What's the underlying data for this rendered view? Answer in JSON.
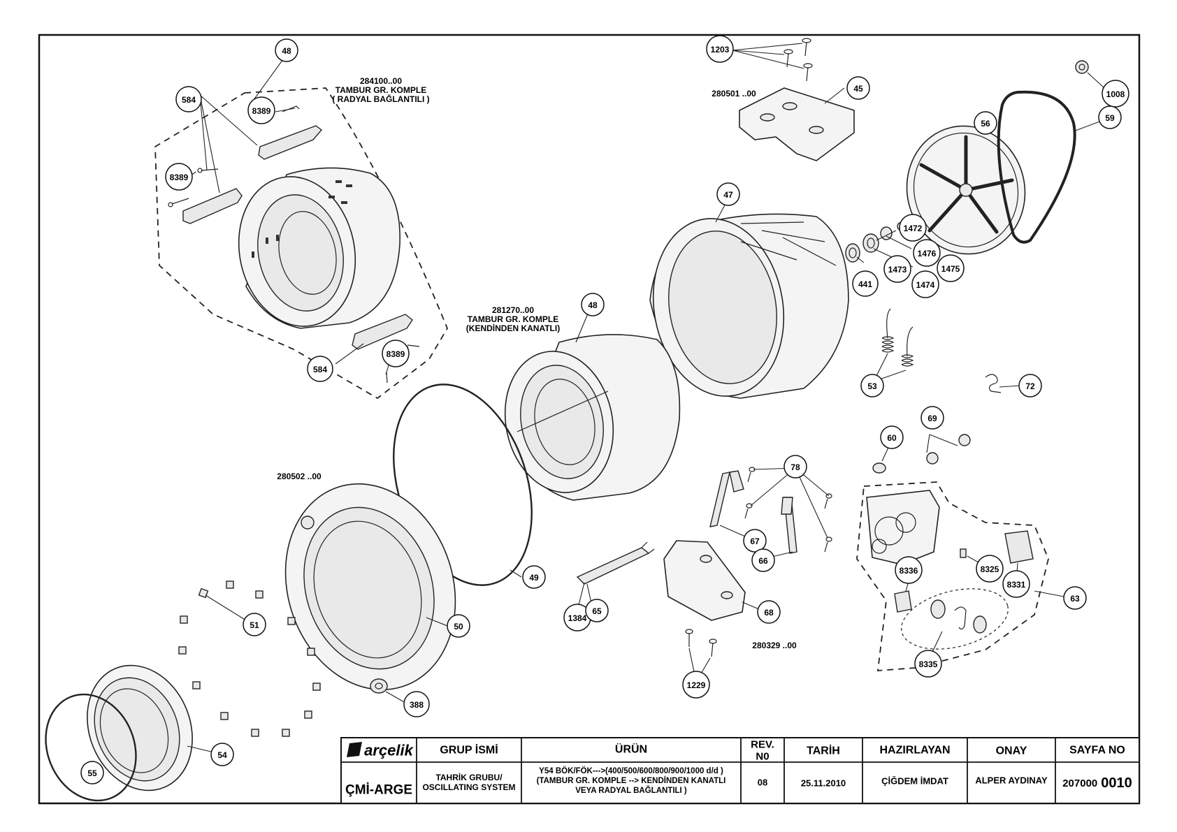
{
  "assemblies": [
    {
      "code": "284100..00",
      "lines": [
        "TAMBUR GR. KOMPLE",
        "( RADYAL BAĞLANTILI )"
      ]
    },
    {
      "code": "281270..00",
      "lines": [
        "TAMBUR GR. KOMPLE",
        "(KENDİNDEN KANATLI)"
      ]
    }
  ],
  "part_codes": [
    "280501 ..00",
    "280502 ..00",
    "280329 ..00"
  ],
  "callouts": [
    "48",
    "584",
    "8389",
    "8389",
    "584",
    "8389",
    "1203",
    "45",
    "1008",
    "56",
    "59",
    "47",
    "1472",
    "1476",
    "1475",
    "1474",
    "1473",
    "441",
    "48",
    "53",
    "72",
    "69",
    "60",
    "78",
    "67",
    "66",
    "63",
    "8325",
    "8331",
    "8336",
    "8335",
    "49",
    "50",
    "51",
    "1384",
    "65",
    "68",
    "1229",
    "388",
    "54",
    "55"
  ],
  "title_block": {
    "brand": "arçelik",
    "group_header": "GRUP İSMİ",
    "product_header": "ÜRÜN",
    "rev_header": [
      "REV.",
      "N0"
    ],
    "date_header": "TARİH",
    "prepared_header": "HAZIRLAYAN",
    "approval_header": "ONAY",
    "page_header": "SAYFA NO",
    "department": "ÇMİ-ARGE",
    "group_name": [
      "TAHRİK GRUBU/",
      "OSCILLATING SYSTEM"
    ],
    "product": [
      "Y54 BÖK/FÖK--->(400/500/600/800/900/1000 d/d )",
      "(TAMBUR GR. KOMPLE --> KENDİNDEN KANATLI",
      "VEYA RADYAL BAĞLANTILI )"
    ],
    "rev": "08",
    "date": "25.11.2010",
    "prepared_by": "ÇİĞDEM İMDAT",
    "approved_by": "ALPER AYDINAY",
    "page_prefix": "207000",
    "page_number": "0010"
  }
}
